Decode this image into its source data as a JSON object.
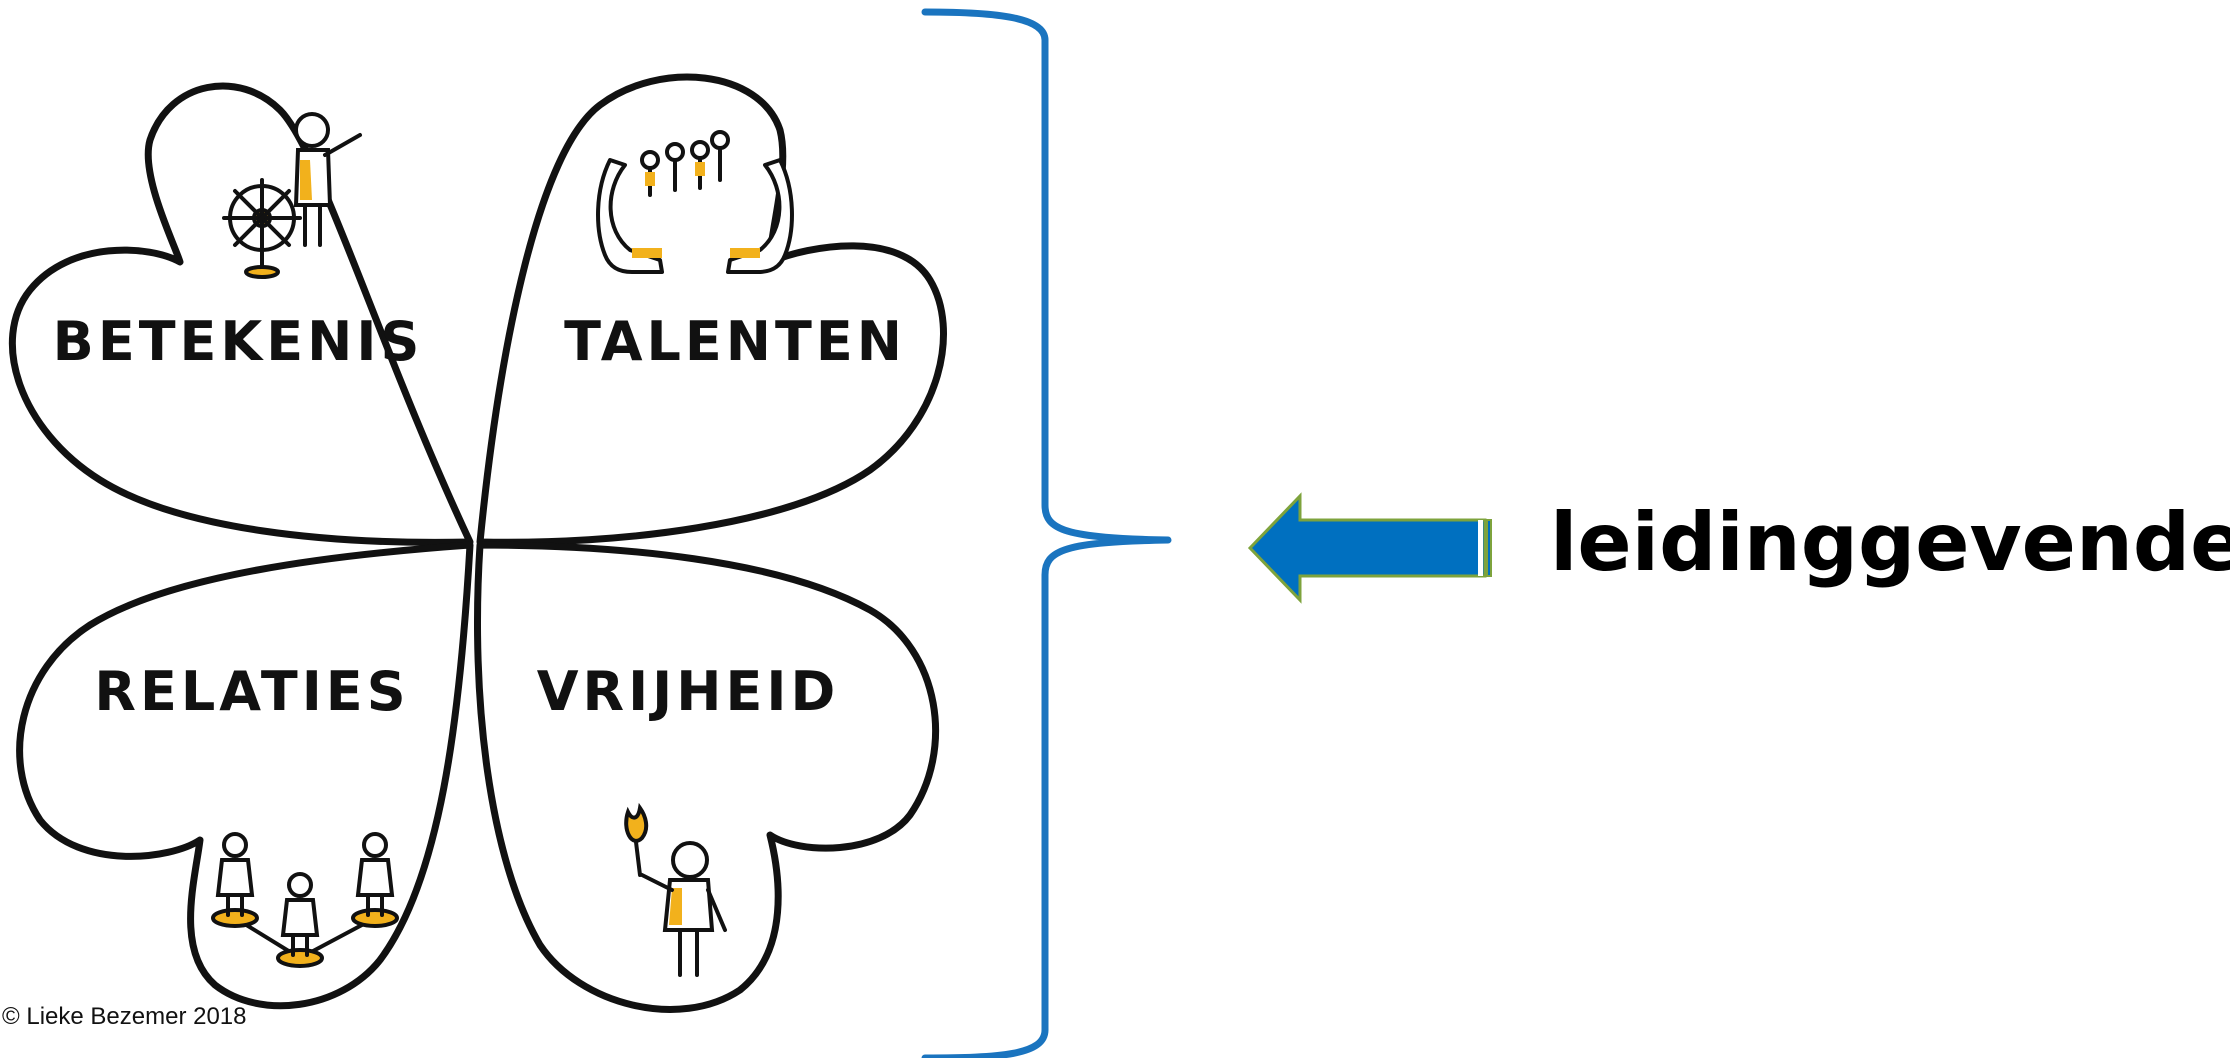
{
  "clover": {
    "petals": [
      {
        "id": "top-left",
        "label": "BETEKENIS",
        "icon": "ship-wheel-person-icon"
      },
      {
        "id": "top-right",
        "label": "TALENTEN",
        "icon": "hands-holding-people-icon"
      },
      {
        "id": "bottom-left",
        "label": "RELATIES",
        "icon": "connected-people-icon"
      },
      {
        "id": "bottom-right",
        "label": "VRIJHEID",
        "icon": "torch-bearer-icon"
      }
    ],
    "copyright": "© Lieke Bezemer 2018",
    "colors": {
      "outline": "#111111",
      "accent": "#f2b11c"
    }
  },
  "annotation": {
    "label": "leidinggevende",
    "arrow_icon": "arrow-left-icon",
    "brace_icon": "curly-brace-icon",
    "colors": {
      "brace": "#1a74bf",
      "arrow": "#0070c0",
      "arrow_border": "#7ea33c"
    }
  }
}
